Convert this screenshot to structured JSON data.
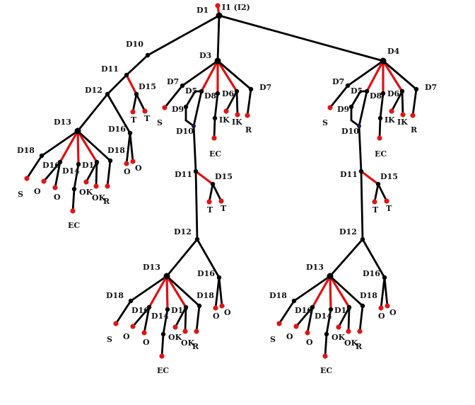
{
  "colors": {
    "edge": "#000000",
    "highlight_edge": "#e01010",
    "leaf": "#e01515",
    "node": "#000000",
    "junction": "#1a1a4a"
  },
  "top": {
    "input": "I1 (I2)",
    "d1": "D1",
    "d10": "D10",
    "d3": "D3",
    "d4": "D4"
  },
  "left_branch": {
    "d11": "D11",
    "d15": "D15",
    "t1": "T",
    "t2": "T",
    "d12": "D12",
    "d16": "D16",
    "o1": "O",
    "o2": "O",
    "d13": {
      "d13": "D13",
      "d18a": "D18",
      "s": "S",
      "d16": "D16",
      "o1": "O",
      "o2": "O",
      "d14": "D14",
      "ec": "EC",
      "d17": "D17",
      "ok1": "OK",
      "ok2": "OK",
      "d18b": "D18",
      "r": "R"
    }
  },
  "d3_branch": {
    "d7a": "D7",
    "s": "S",
    "d5": "D5",
    "d9": "D9",
    "d10": "D10",
    "d8": "D8",
    "ik1": "IK",
    "ec": "EC",
    "d6": "D6",
    "ik2": "IK",
    "d7b": "D7",
    "r": "R",
    "d11": "D11",
    "d15": "D15",
    "t1": "T",
    "t2": "T",
    "d12": "D12",
    "d16": "D16",
    "o1": "O",
    "o2": "O",
    "d13": {
      "d13": "D13",
      "d18a": "D18",
      "s": "S",
      "d16": "D16",
      "o1": "O",
      "o2": "O",
      "d14": "D14",
      "ec": "EC",
      "d17": "D17",
      "ok1": "OK",
      "ok2": "OK",
      "d18b": "D18",
      "r": "R"
    }
  },
  "d4_branch": {
    "d7a": "D7",
    "s": "S",
    "d5": "D5",
    "d9": "D9",
    "d10": "D10",
    "d8": "D8",
    "ik1": "IK",
    "ec": "EC",
    "d6": "D6",
    "ik2": "IK",
    "d7b": "D7",
    "r": "R",
    "d11": "D11",
    "d15": "D15",
    "t1": "T",
    "t2": "T",
    "d12": "D12",
    "d16": "D16",
    "o1": "O",
    "o2": "O",
    "d13": {
      "d13": "D13",
      "d18a": "D18",
      "s": "S",
      "d16": "D16",
      "o1": "O",
      "o2": "O",
      "d14": "D14",
      "ec": "EC",
      "d17": "D17",
      "ok1": "OK",
      "ok2": "OK",
      "d18b": "D18",
      "r": "R"
    }
  }
}
